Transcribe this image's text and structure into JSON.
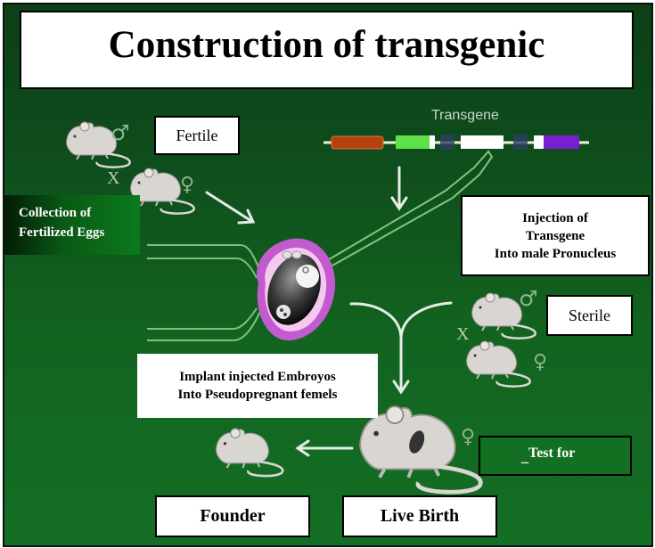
{
  "title": "Construction of transgenic",
  "labels": {
    "fertile": "Fertile",
    "sterile": "Sterile",
    "collection": [
      "Collection of",
      "Fertilized Eggs"
    ],
    "injection": [
      "Injection of",
      "Transgene",
      "Into male Pronucleus"
    ],
    "implant": [
      "Implant injected Embroyos",
      "Into Pseudopregnant femels"
    ],
    "test_prefix": "_",
    "test": "Test for",
    "founder": "Founder",
    "live_birth": "Live Birth",
    "transgene": "Transgene"
  },
  "symbols": {
    "male": "♂",
    "female": "♀",
    "cross": "X"
  },
  "transgene_segments": [
    {
      "name": "promoter",
      "color": "#b5410f"
    },
    {
      "name": "exon-1",
      "color": "#5ee04a"
    },
    {
      "name": "intron-1",
      "color": "#2b3f66"
    },
    {
      "name": "exon-2",
      "color": "#ffffff"
    },
    {
      "name": "intron-2",
      "color": "#2b3f66"
    },
    {
      "name": "exon-3",
      "color": "#7a1fd0"
    }
  ],
  "colors": {
    "background_top": "#0c3f17",
    "background_bottom": "#146f25",
    "egg_ring": "#c35ad0",
    "egg_inner": "#f3c9ef",
    "mouse": "#d9d6d2",
    "arrow": "#e6ece6"
  }
}
